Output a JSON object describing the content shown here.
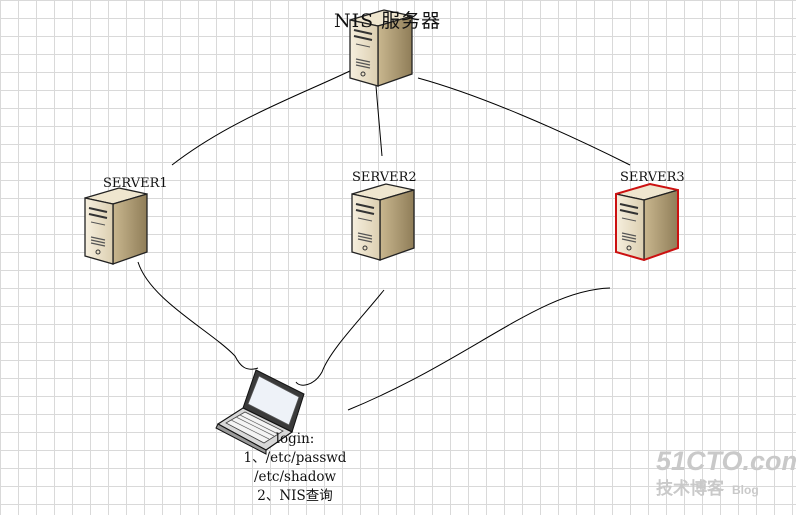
{
  "title": "NIS 服务器",
  "servers": [
    {
      "label": "SERVER1"
    },
    {
      "label": "SERVER2"
    },
    {
      "label": "SERVER3",
      "highlight_color": "#cc1111"
    }
  ],
  "client": {
    "lines": [
      "login:",
      "1、/etc/passwd",
      "/etc/shadow",
      "2、NIS查询"
    ]
  },
  "watermark": {
    "brand": "51CTO.com",
    "subtitle": "技术博客",
    "tag": "Blog"
  },
  "colors": {
    "grid": "#d9d9d9",
    "line": "#000000",
    "server_body": "#e9dfc8",
    "server_side": "#b9a985",
    "watermark": "#c9c9c9"
  }
}
